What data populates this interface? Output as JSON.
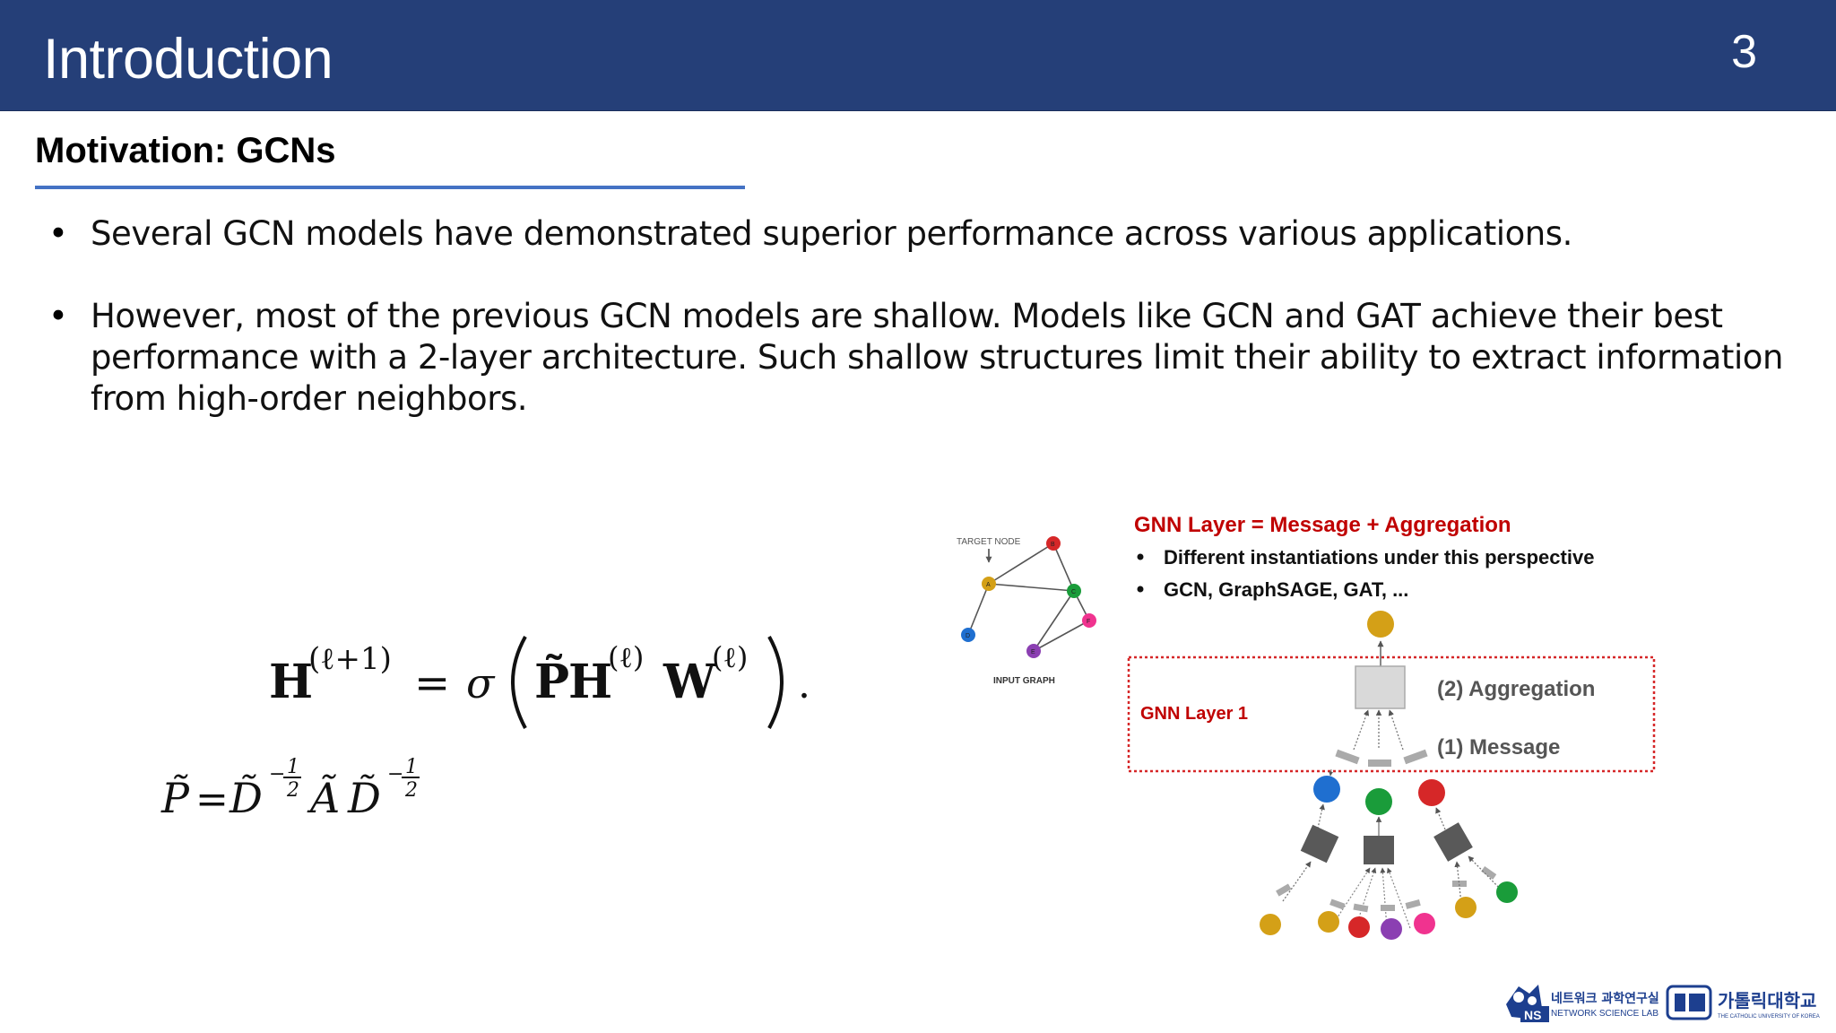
{
  "header": {
    "title": "Introduction",
    "page_number": "3"
  },
  "section": {
    "heading": "Motivation: GCNs"
  },
  "bullets": [
    {
      "marker": "•",
      "lines": [
        "Several GCN models have demonstrated superior performance across various applications."
      ]
    },
    {
      "marker": "•",
      "lines": [
        "However, most of the previous GCN models are shallow. Models like GCN and GAT achieve their best",
        "performance with a 2-layer architecture. Such shallow structures limit their ability to extract information",
        "from high-order neighbors."
      ]
    }
  ],
  "equations": {
    "h_update": {
      "lhs": "H",
      "lhs_sup": "(ℓ+1)",
      "eq": "=",
      "sigma": "σ",
      "p": "P̃",
      "h": "H",
      "h_sup": "(ℓ)",
      "w": "W",
      "w_sup": "(ℓ)",
      "end": "."
    },
    "p_def": {
      "p": "P̃",
      "eq": "=",
      "d": "D̃",
      "a": "Ã",
      "exp_num": "1",
      "exp_den": "2",
      "minus": "−"
    }
  },
  "figure": {
    "title": "GNN Layer = Message + Aggregation",
    "points": [
      "Different instantiations under this perspective",
      "GCN, GraphSAGE, GAT, ..."
    ],
    "layer_label": "GNN Layer 1",
    "aggregation_label": "(2) Aggregation",
    "message_label": "(1) Message",
    "graph_caption": "INPUT GRAPH",
    "target_caption": "TARGET NODE",
    "node_letters": [
      "A",
      "B",
      "C",
      "D",
      "E",
      "F"
    ],
    "colors": {
      "title": "#c00000",
      "dashed_box": "#d62728",
      "gold": "#d4a017",
      "red": "#d62728",
      "green": "#1a9c3a",
      "blue": "#1f6fd0",
      "purple": "#8b3fb2",
      "pink": "#f0338f",
      "gray_box": "#595959"
    }
  },
  "footer": {
    "lab_badge": "NS",
    "lab_name_kr": "네트워크 과학연구실",
    "lab_name_en": "NETWORK SCIENCE LAB",
    "university_kr": "가톨릭대학교",
    "university_en": "THE CATHOLIC UNIVERSITY OF KOREA"
  }
}
